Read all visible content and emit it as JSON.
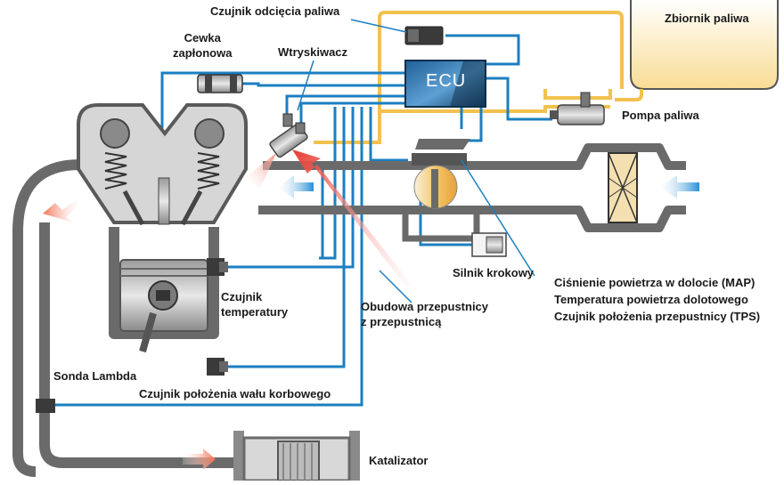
{
  "labels": {
    "fuel_cutoff_sensor": "Czujnik odcięcia paliwa",
    "fuel_tank": "Zbiornik paliwa",
    "ignition_coil": "Cewka\nzapłonowa",
    "injector": "Wtryskiwacz",
    "ecu": "ECU",
    "fuel_pump": "Pompa paliwa",
    "stepper_motor": "Silnik krokowy",
    "map_sensor": "Ciśnienie powietrza w dolocie (MAP)",
    "intake_temp_sensor": "Temperatura powietrza dolotowego",
    "tps": "Czujnik położenia przepustnicy  (TPS)",
    "throttle_body": "Obudowa przepustnicy\nz przepustnicą",
    "temperature_sensor": "Czujnik\ntemperatury",
    "lambda_sensor": "Sonda Lambda",
    "crankshaft_sensor": "Czujnik położenia wału korbowego",
    "catalyst": "Katalizator"
  },
  "colors": {
    "wire_blue": "#1c7fc0",
    "fuel_line": "#f2c14e",
    "engine_gray": "#6a6a6a",
    "fuel_tank_fill": "#fbe8b6",
    "air_arrow": "#4aa6dc",
    "exhaust_arrow": "#f08060"
  }
}
